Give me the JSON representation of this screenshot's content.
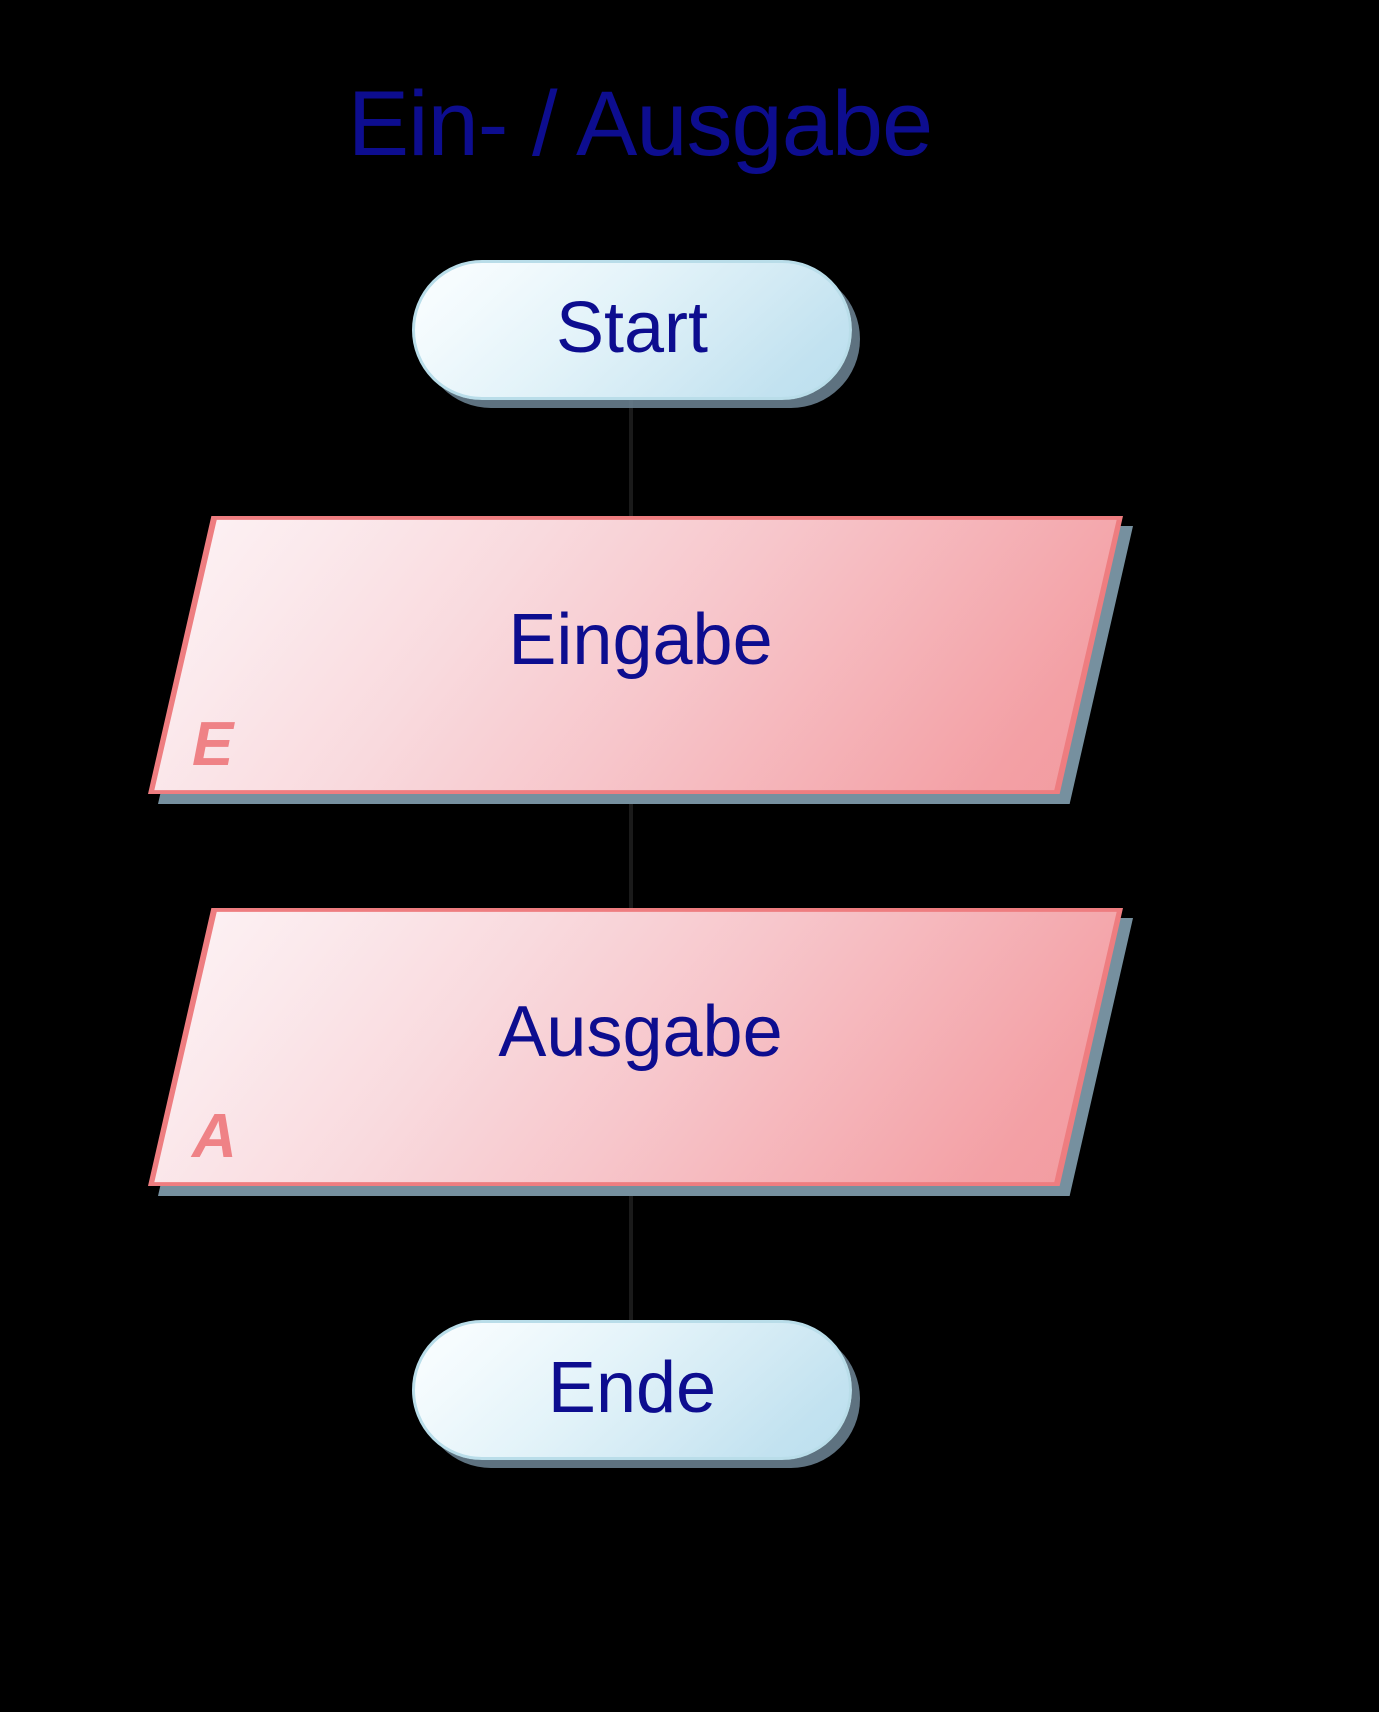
{
  "diagram": {
    "title": "Ein- / Ausgabe",
    "background_color": "#000000",
    "title_color": "#0d0d8f",
    "accent_salmon": "#ee7d80",
    "accent_lightblue": "#c2e2f0",
    "shadow_color": "#76909f",
    "nodes": [
      {
        "id": "start",
        "shape": "terminator",
        "label": "Start",
        "corner_label": ""
      },
      {
        "id": "eingabe",
        "shape": "parallelogram",
        "label": "Eingabe",
        "corner_label": "E"
      },
      {
        "id": "ausgabe",
        "shape": "parallelogram",
        "label": "Ausgabe",
        "corner_label": "A"
      },
      {
        "id": "ende",
        "shape": "terminator",
        "label": "Ende",
        "corner_label": ""
      }
    ],
    "connectors": [
      {
        "from": "start",
        "to": "eingabe"
      },
      {
        "from": "eingabe",
        "to": "ausgabe"
      },
      {
        "from": "ausgabe",
        "to": "ende"
      }
    ]
  }
}
